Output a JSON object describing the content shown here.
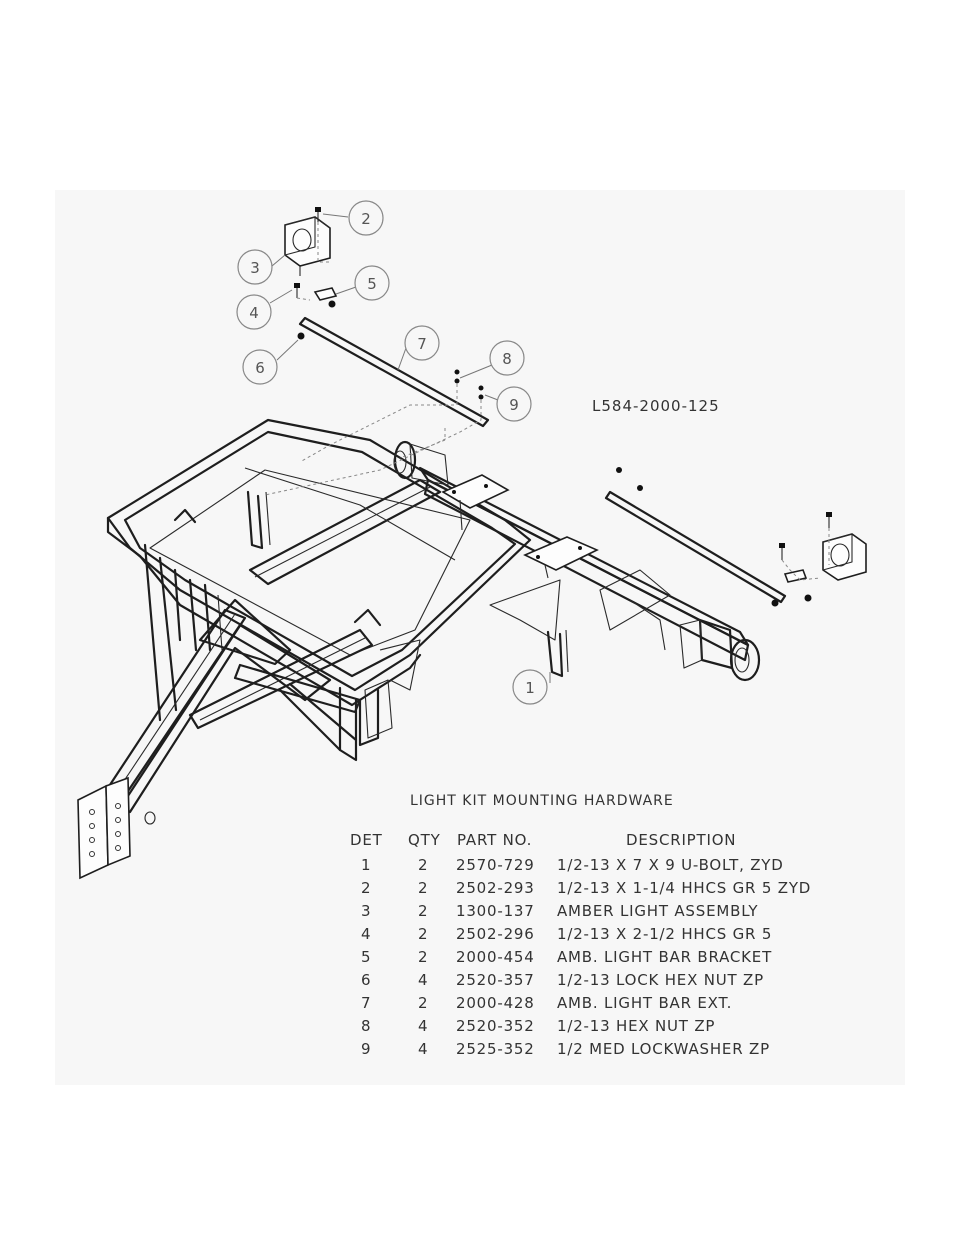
{
  "drawing_number": "L584-2000-125",
  "balloons": [
    "2",
    "3",
    "4",
    "5",
    "6",
    "7",
    "8",
    "9",
    "1"
  ],
  "table": {
    "title": "LIGHT KIT MOUNTING HARDWARE",
    "headers": {
      "det": "DET",
      "qty": "QTY",
      "part": "PART NO.",
      "desc": "DESCRIPTION"
    },
    "rows": [
      {
        "det": "1",
        "qty": "2",
        "part": "2570-729",
        "desc": "1/2-13 X 7 X 9 U-BOLT, ZYD"
      },
      {
        "det": "2",
        "qty": "2",
        "part": "2502-293",
        "desc": "1/2-13 X 1-1/4 HHCS GR 5 ZYD"
      },
      {
        "det": "3",
        "qty": "2",
        "part": "1300-137",
        "desc": "AMBER LIGHT ASSEMBLY"
      },
      {
        "det": "4",
        "qty": "2",
        "part": "2502-296",
        "desc": "1/2-13 X 2-1/2 HHCS GR 5"
      },
      {
        "det": "5",
        "qty": "2",
        "part": "2000-454",
        "desc": "AMB. LIGHT BAR BRACKET"
      },
      {
        "det": "6",
        "qty": "4",
        "part": "2520-357",
        "desc": "1/2-13 LOCK HEX NUT ZP"
      },
      {
        "det": "7",
        "qty": "2",
        "part": "2000-428",
        "desc": "AMB. LIGHT BAR EXT."
      },
      {
        "det": "8",
        "qty": "4",
        "part": "2520-352",
        "desc": "1/2-13 HEX NUT ZP"
      },
      {
        "det": "9",
        "qty": "4",
        "part": "2525-352",
        "desc": "1/2 MED LOCKWASHER ZP"
      }
    ]
  }
}
